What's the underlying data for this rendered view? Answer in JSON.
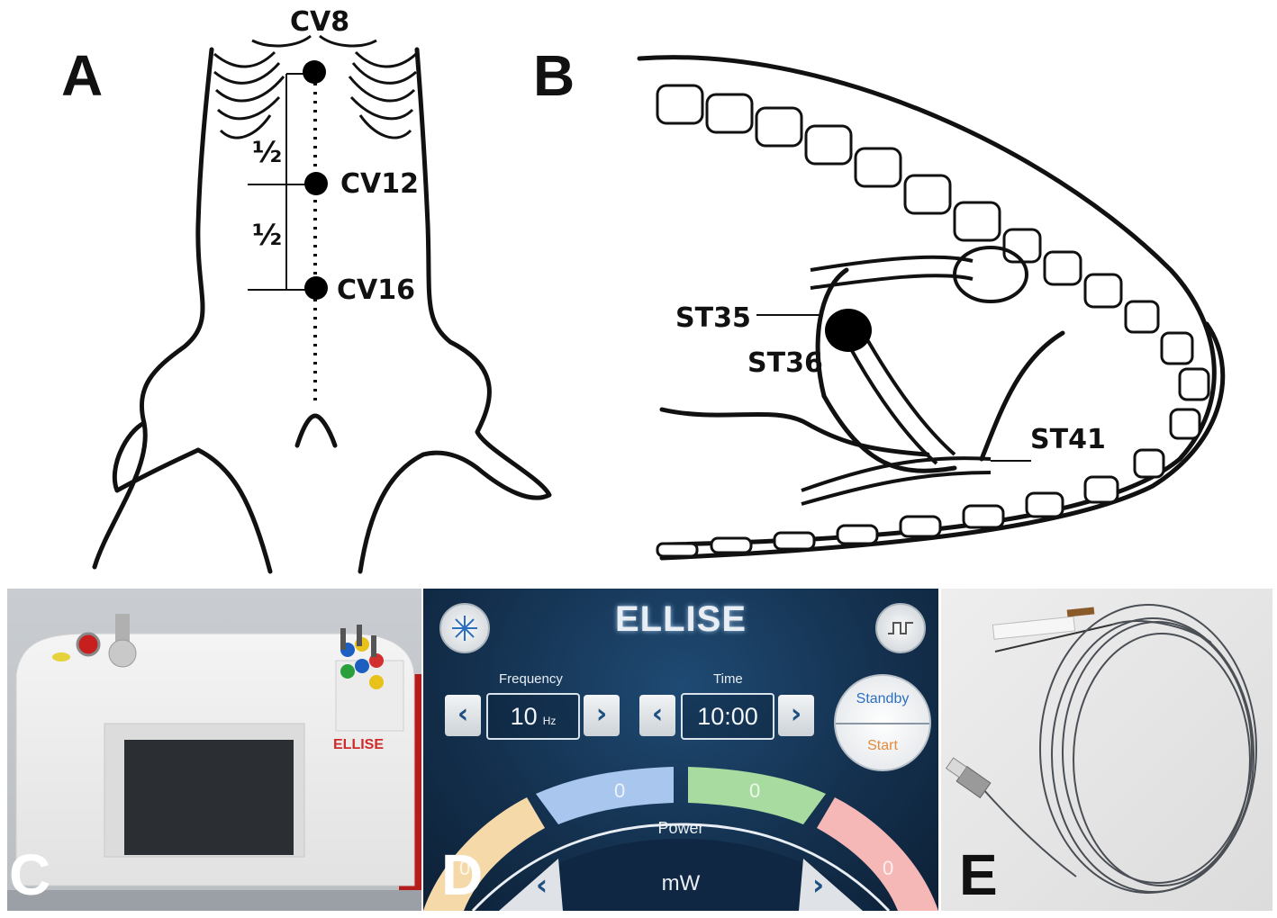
{
  "panels": {
    "a": {
      "letter": "A",
      "points": {
        "cv8": "CV8",
        "cv12": "CV12",
        "cv16": "CV16"
      },
      "half_marks": [
        "½",
        "½"
      ]
    },
    "b": {
      "letter": "B",
      "points": {
        "st35": "ST35",
        "st36": "ST36",
        "st41": "ST41"
      }
    },
    "c": {
      "letter": "C",
      "device_brand": "ELLISE"
    },
    "d": {
      "letter": "D",
      "title": "ELLISE",
      "frequency": {
        "label": "Frequency",
        "value": "10",
        "unit": "Hz"
      },
      "time": {
        "label": "Time",
        "value": "10:00"
      },
      "standby_label": "Standby",
      "start_label": "Start",
      "power": {
        "label": "Power",
        "unit": "mW",
        "channels": [
          "0",
          "0",
          "0",
          "0"
        ]
      },
      "colors": {
        "blue": "#a9c6ef",
        "green": "#a8dba0",
        "orange": "#f5d9a8",
        "pink": "#f6b7b7",
        "standby": "#2d6fbf",
        "start": "#e48a3c"
      }
    },
    "e": {
      "letter": "E"
    }
  }
}
